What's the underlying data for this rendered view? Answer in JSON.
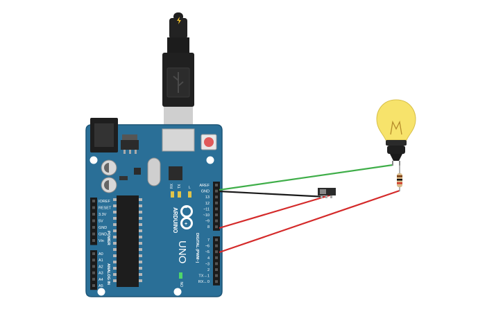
{
  "board": {
    "brand": "ARDUINO",
    "model": "UNO",
    "power_header": [
      "IOREF",
      "RESET",
      "3.3V",
      "5V",
      "GND",
      "GND",
      "Vin"
    ],
    "power_title": "POWER",
    "analog_header": [
      "A0",
      "A1",
      "A2",
      "A3",
      "A4",
      "A5"
    ],
    "analog_title": "ANALOG IN",
    "digital_upper": [
      "AREF",
      "GND",
      "13",
      "12",
      "~11",
      "~10",
      "~9",
      "8"
    ],
    "digital_lower": [
      "7",
      "~6",
      "~5",
      "4",
      "~3",
      "2",
      "TX→1",
      "RX←0"
    ],
    "digital_title": "DIGITAL (PWM~)",
    "tx_label": "TX",
    "rx_label": "RX",
    "l_label": "L",
    "on_label": "ON"
  },
  "components": {
    "usb_cable": "usb-cable",
    "bulb": "light-bulb",
    "resistor": "resistor",
    "switch": "slide-switch"
  },
  "colors": {
    "board": "#2a6f97",
    "wire_green": "#3fae49",
    "wire_red": "#d42a2a",
    "wire_black": "#1a1a1a",
    "bulb_glass": "#f7e36b"
  }
}
